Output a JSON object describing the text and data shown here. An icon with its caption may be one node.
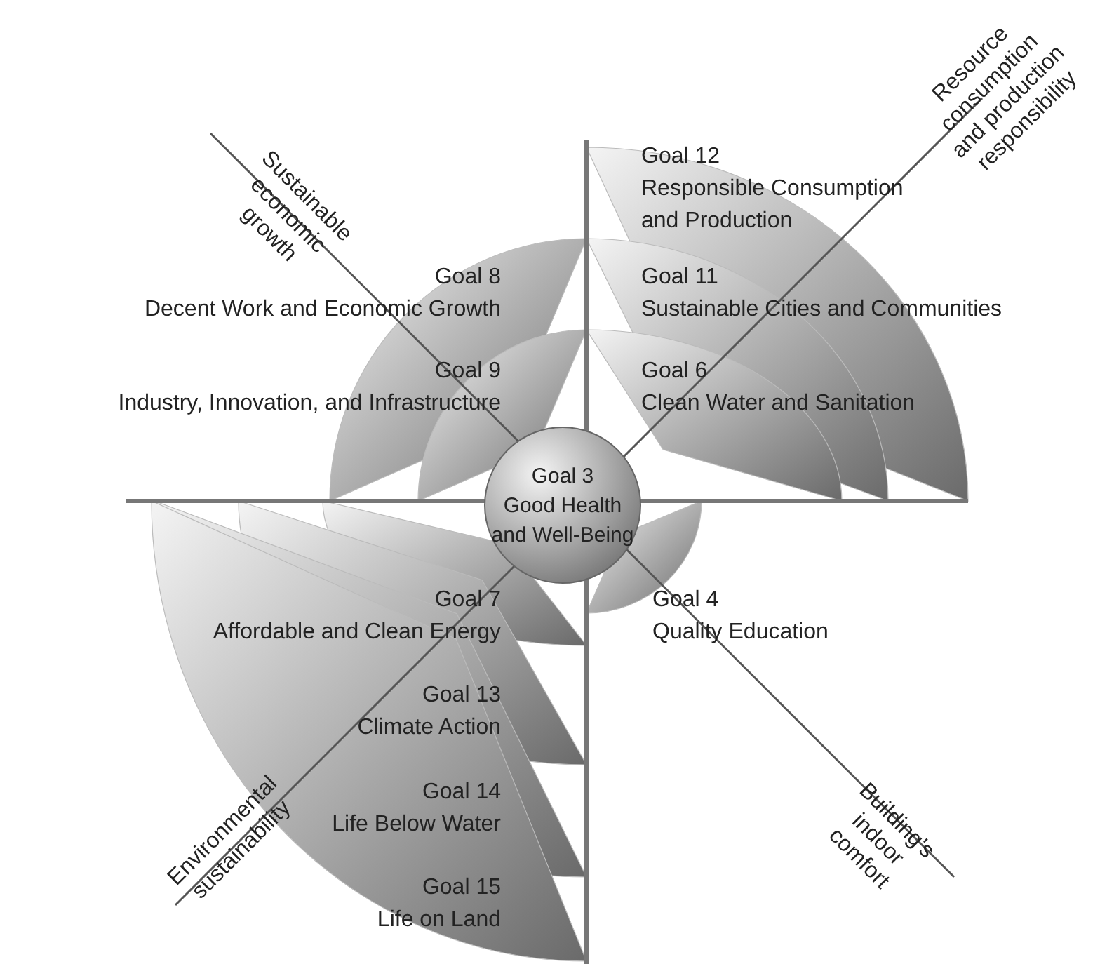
{
  "diagram": {
    "nodes": [
      {
        "text": [
          "Goal 3",
          "Good Health and Well-Being"
        ]
      },
      {
        "text": [
          "Goal 12",
          "Responsible Consumption and Production"
        ]
      },
      {
        "text": [
          "Goal 8",
          "Decent Work and Economic Growth"
        ]
      },
      {
        "text": [
          "Goal 11",
          "Sustainable Cities and Communities"
        ]
      },
      {
        "text": [
          "Goal 9",
          "Industry, Innovation, and Infrastructure"
        ]
      },
      {
        "text": [
          "Goal 6",
          "Clean Water and Sanitation"
        ]
      },
      {
        "text": [
          "Goal 7",
          "Affordable and Clean Energy"
        ]
      },
      {
        "text": [
          "Goal 4",
          "Quality Education"
        ]
      },
      {
        "text": [
          "Goal 13",
          "Climate Action"
        ]
      },
      {
        "text": [
          "Goal 14",
          "Life Below Water"
        ]
      },
      {
        "text": [
          "Goal 15",
          "Life on Land"
        ]
      }
    ],
    "edges": [],
    "labels": [
      "Sustainable economic growth",
      "Resource consumption and production responsibility",
      "Building's indoor comfort",
      "Environmental sustainability"
    ]
  }
}
